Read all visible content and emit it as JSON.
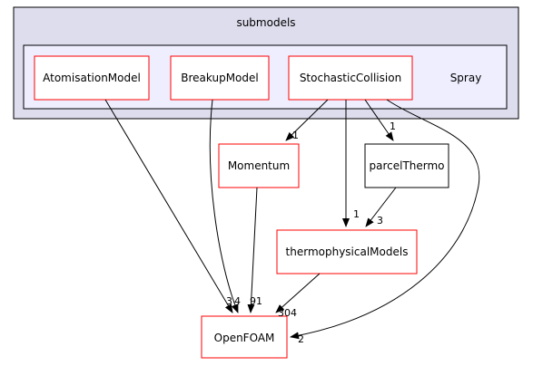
{
  "colors": {
    "outer_cluster_fill": "#DDDDEE",
    "inner_cluster_fill": "#EEEEFF",
    "cluster_stroke": "#000000",
    "node_red_stroke": "#FF0000",
    "node_black_stroke": "#000000",
    "edge": "#000000"
  },
  "clusters": {
    "outer_label": "submodels",
    "inner_label": "Spray"
  },
  "nodes": {
    "atomisation": "AtomisationModel",
    "breakup": "BreakupModel",
    "stochastic": "StochasticCollision",
    "momentum": "Momentum",
    "parcelthermo": "parcelThermo",
    "thermophysical": "thermophysicalModels",
    "openfoam": "OpenFOAM"
  },
  "edge_labels": {
    "stochastic_momentum": "1",
    "stochastic_parcelthermo": "1",
    "stochastic_thermophysical": "1",
    "stochastic_openfoam": "2",
    "parcelthermo_thermophysical": "3",
    "atomisation_openfoam": "3",
    "breakup_openfoam": "4",
    "momentum_openfoam": "91",
    "thermophysical_openfoam": "304"
  }
}
